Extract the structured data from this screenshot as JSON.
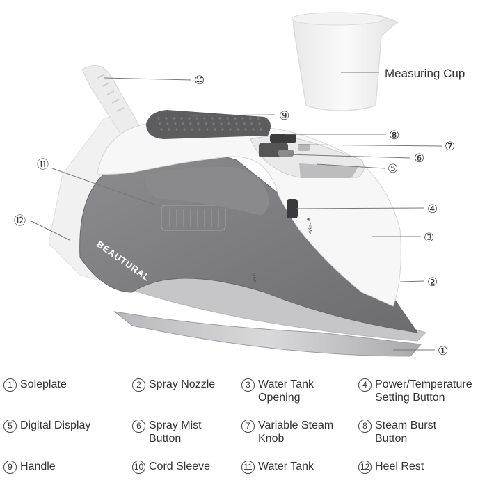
{
  "brand": "BEAUTURAL",
  "temp_mark": "▼TEMP",
  "max_mark": "MAX",
  "measuring_cup_label": "Measuring Cup",
  "callouts": [
    {
      "num": "①",
      "label": "Soleplate"
    },
    {
      "num": "②",
      "label": "Spray Nozzle"
    },
    {
      "num": "③",
      "label": "Water Tank\nOpening"
    },
    {
      "num": "④",
      "label": "Power/Temperature\nSetting Button"
    },
    {
      "num": "⑤",
      "label": "Digital Display"
    },
    {
      "num": "⑥",
      "label": "Spray Mist\nButton"
    },
    {
      "num": "⑦",
      "label": "Variable Steam\nKnob"
    },
    {
      "num": "⑧",
      "label": "Steam Burst\nButton"
    },
    {
      "num": "⑨",
      "label": "Handle"
    },
    {
      "num": "⑩",
      "label": "Cord Sleeve"
    },
    {
      "num": "⑪",
      "label": "Water Tank"
    },
    {
      "num": "⑫",
      "label": "Heel Rest"
    }
  ]
}
